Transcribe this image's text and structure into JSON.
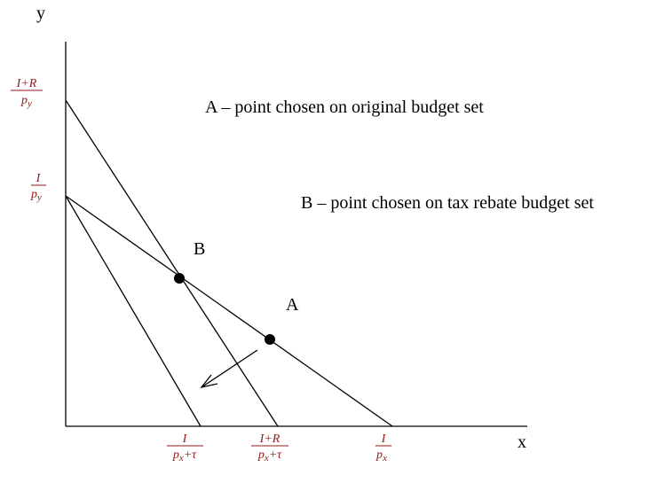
{
  "axes": {
    "x_label": "x",
    "y_label": "y"
  },
  "annotations": {
    "a_note": "A – point chosen on original budget set",
    "b_note": "B – point chosen on tax rebate budget set"
  },
  "points": {
    "a": "A",
    "b": "B"
  },
  "fractions": {
    "y_high": {
      "num": "I+R",
      "den": "p",
      "den_sub": "y"
    },
    "y_low": {
      "num": "I",
      "den": "p",
      "den_sub": "y"
    },
    "x_1": {
      "num": "I",
      "den": "p",
      "den_sub": "x",
      "den_tail": "+τ"
    },
    "x_2": {
      "num": "I+R",
      "den": "p",
      "den_sub": "x",
      "den_tail": "+τ"
    },
    "x_3": {
      "num": "I",
      "den": "p",
      "den_sub": "x"
    }
  },
  "colors": {
    "math": "#8b1a1a",
    "ink": "#000000"
  }
}
